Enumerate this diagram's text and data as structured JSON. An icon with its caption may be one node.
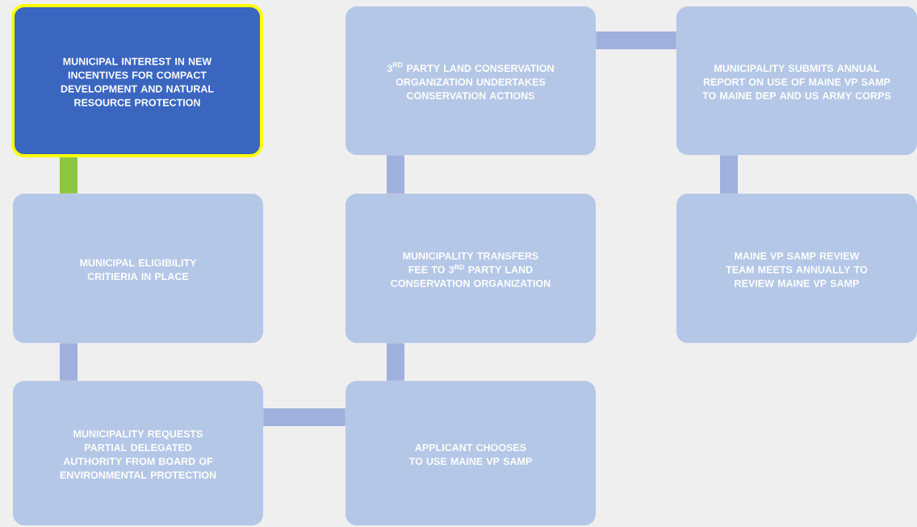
{
  "diagram": {
    "nodes": [
      {
        "text": [
          "MUNICIPAL INTEREST IN NEW INCENTIVES FOR COMPACT DEVELOPMENT AND NATURAL RESOURCE PROTECTION"
        ]
      },
      {
        "text": [
          "MUNICIPAL ELIGIBILITY CRITIERIA IN PLACE"
        ]
      },
      {
        "text": [
          "MUNICIPALITY REQUESTS PARTIAL DELEGATED AUTHORITY FROM  BOARD OF ENVIRONMENTAL PROTECTION"
        ]
      },
      {
        "text": [
          "APPLICANT CHOOSES TO USE MAINE VP SAMP"
        ]
      },
      {
        "text": [
          "MUNICIPALITY TRANSFERS FEE TO 3$^{RD}$ PARTY LAND CONSERVATION ORGANIZATION"
        ]
      },
      {
        "text": [
          "\\text{3}^{\\text{RD}}\\ \\text{PARTY LAND}\\allowbreak\\ \\text{CONSERVATION}\\allowbreak\\ \\text{ORGANIZATION UNDERTAKES}\\allowbreak\\ \\text{CONSERVATION ACTIONS}"
        ]
      },
      {
        "text": [
          "MUNICIPALITY SUBMITS ANNUAL REPORT ON USE OF MAINE VP SAMP TO MAINE DEP AND US ARMY CORPS"
        ]
      },
      {
        "text": [
          "MAINE VP SAMP REVIEW TEAM MEETS ANNUALLY TO REVIEW MAINE VP SAMP"
        ]
      }
    ],
    "edges": [
      {
        "from": 0,
        "to": 1,
        "arrow": "none",
        "color": "#8dc63f"
      },
      {
        "from": 1,
        "to": 2,
        "arrow": "none"
      },
      {
        "from": 2,
        "to": 3,
        "arrow": "none"
      },
      {
        "from": 3,
        "to": 4,
        "arrow": "none"
      },
      {
        "from": 4,
        "to": 5,
        "arrow": "none"
      },
      {
        "from": 5,
        "to": 6,
        "arrow": "none"
      },
      {
        "from": 6,
        "to": 7,
        "arrow": "none"
      }
    ]
  }
}
